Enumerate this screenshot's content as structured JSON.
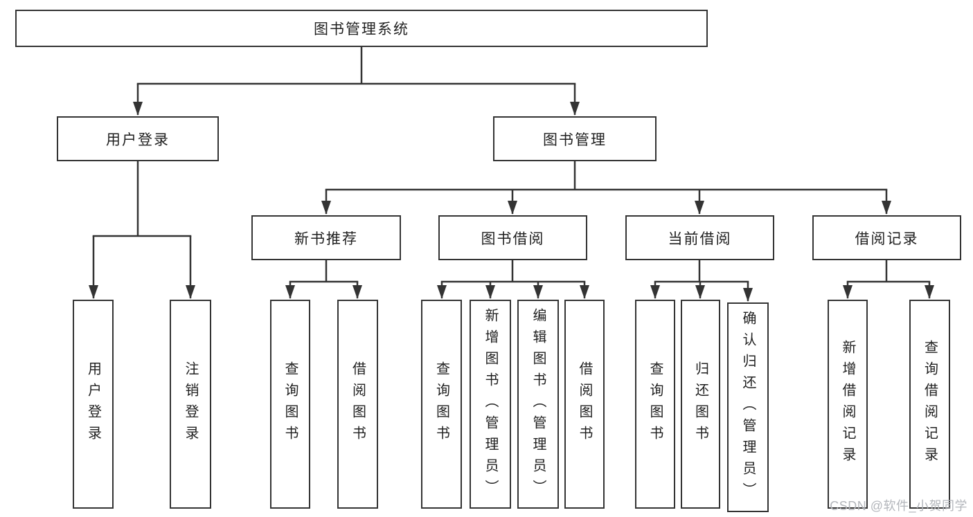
{
  "diagram": {
    "root": {
      "label": "图书管理系统"
    },
    "branches": [
      {
        "label": "用户登录",
        "children": [
          {
            "label": "用户登录"
          },
          {
            "label": "注销登录"
          }
        ]
      },
      {
        "label": "图书管理",
        "sections": [
          {
            "label": "新书推荐",
            "children": [
              {
                "label": "查询图书"
              },
              {
                "label": "借阅图书"
              }
            ]
          },
          {
            "label": "图书借阅",
            "children": [
              {
                "label": "查询图书"
              },
              {
                "label": "新增图书（管理员）"
              },
              {
                "label": "编辑图书（管理员）"
              },
              {
                "label": "借阅图书"
              }
            ]
          },
          {
            "label": "当前借阅",
            "children": [
              {
                "label": "查询图书"
              },
              {
                "label": "归还图书"
              },
              {
                "label": "确认归还（管理员）"
              }
            ]
          },
          {
            "label": "借阅记录",
            "children": [
              {
                "label": "新增借阅记录"
              },
              {
                "label": "查询借阅记录"
              }
            ]
          }
        ]
      }
    ]
  },
  "watermark": {
    "text": "CSDN @软件_小贺同学",
    "color": "#b3b6bb"
  },
  "colors": {
    "line": "#333333",
    "box_border": "#333333",
    "box_fill": "#ffffff",
    "text": "#1f1f1f",
    "background": "#ffffff",
    "watermark": "#b3b6bb"
  }
}
